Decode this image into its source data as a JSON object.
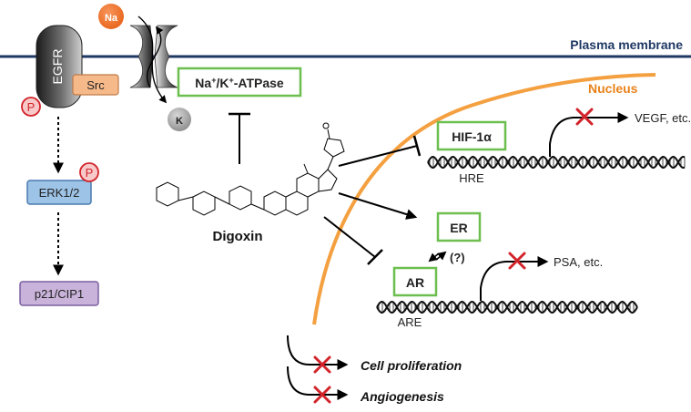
{
  "membrane_label": "Plasma membrane",
  "nucleus_label": "Nucleus",
  "receptor": {
    "egfr": "EGFR",
    "src": "Src",
    "phospho": "P"
  },
  "ions": {
    "na": "Na",
    "k": "K"
  },
  "pump": {
    "label_na": "Na",
    "label_sup1": "+",
    "label_mid": "/K",
    "label_sup2": "+",
    "label_tail": "-ATPase"
  },
  "erk": {
    "label": "ERK1/2",
    "phospho": "P"
  },
  "p21": {
    "label": "p21/CIP1"
  },
  "drug": {
    "label": "Digoxin"
  },
  "hif": {
    "label": "HIF-1α",
    "element": "HRE",
    "target": "VEGF, etc."
  },
  "er": {
    "label": "ER",
    "note": "(?)"
  },
  "ar": {
    "label": "AR",
    "element": "ARE",
    "target": "PSA, etc."
  },
  "outcomes": {
    "proliferation": "Cell proliferation",
    "angiogenesis": "Angiogenesis"
  },
  "colors": {
    "membrane": "#1f3864",
    "nucleus": "#f4a040",
    "box_border": "#6cbf4f",
    "src_fill": "#f6b98a",
    "erk_fill": "#9dc3e6",
    "p21_fill": "#c9b3da",
    "phospho": "#d2232a",
    "na_ion": "#e8641a",
    "k_ion": "#a6a6a6",
    "block_x": "#d2232a"
  }
}
